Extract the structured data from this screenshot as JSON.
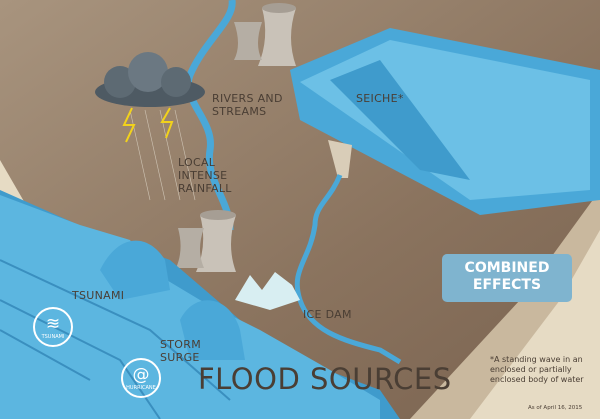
{
  "title": "FLOOD SOURCES",
  "labels": {
    "rivers": "RIVERS AND\nSTREAMS",
    "seiche": "SEICHE*",
    "rainfall": "LOCAL\nINTENSE\nRAINFALL",
    "tsunami": "TSUNAMI",
    "storm_surge": "STORM\nSURGE",
    "ice_dam": "ICE DAM"
  },
  "combined_effects": "COMBINED\nEFFECTS",
  "footnote": "*A standing wave in an\nenclosed or partially\nenclosed body of water",
  "as_of": "As of April 16, 2015",
  "badges": {
    "tsunami": "TSUNAMI",
    "hurricane": "HURRICANE"
  },
  "colors": {
    "ground": "#9c8874",
    "water": "#4aa8d8",
    "water_light": "#7fcbe8",
    "shore": "#e6dbc4",
    "text": "#4a3e34",
    "combined_box": "#7fb4cf"
  }
}
